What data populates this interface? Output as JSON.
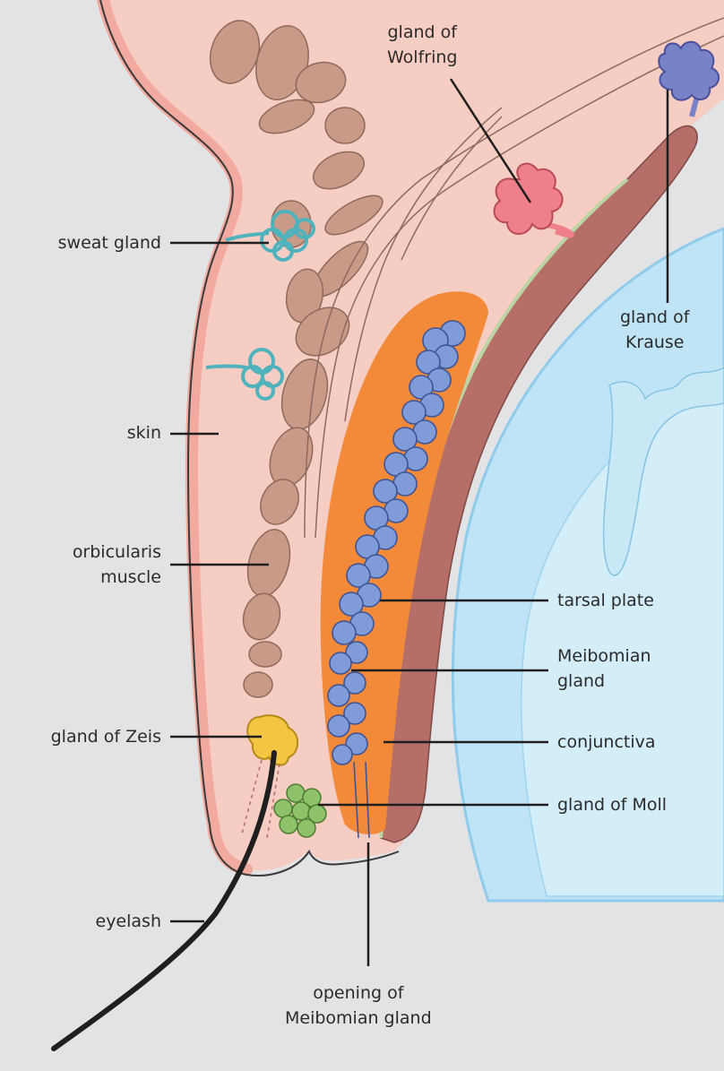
{
  "labels": {
    "gland_of_wolfring": [
      "gland of",
      "Wolfring"
    ],
    "gland_of_krause": [
      "gland of",
      "Krause"
    ],
    "sweat_gland": [
      "sweat gland"
    ],
    "skin": [
      "skin"
    ],
    "orbicularis_muscle": [
      "orbicularis",
      "muscle"
    ],
    "tarsal_plate": [
      "tarsal plate"
    ],
    "meibomian_gland": [
      "Meibomian",
      "gland"
    ],
    "gland_of_zeis": [
      "gland of Zeis"
    ],
    "conjunctiva": [
      "conjunctiva"
    ],
    "gland_of_moll": [
      "gland of Moll"
    ],
    "eyelash": [
      "eyelash"
    ],
    "opening_of_meibomian_gland": [
      "opening of",
      "Meibomian gland"
    ]
  },
  "colors": {
    "background": "#e2e3e5",
    "skin_tissue": "#f6cdc3",
    "skin_edge": "#f2aaa0",
    "muscle": "#c99a87",
    "muscle_outline": "#8f6a5c",
    "tarsal_plate": "#f28a3a",
    "meibomian_gland": "#7f9bd8",
    "conjunctiva_band": "#b56f68",
    "conjunctiva_line": "#bcd3a4",
    "eyeball": "#bfe4f6",
    "cornea_edge": "#8fcbea",
    "sweat_gland": "#4fb3bd",
    "gland_of_zeis": "#f4c542",
    "gland_of_moll": "#8ec26a",
    "gland_of_wolfring": "#ef7f88",
    "gland_of_krause": "#7882c8",
    "eyelash": "#1f1f1f"
  }
}
